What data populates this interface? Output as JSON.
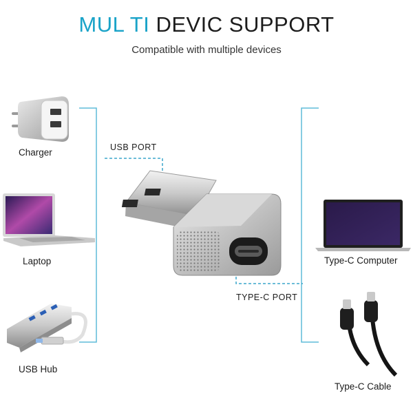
{
  "title": {
    "part1": "MUL TI",
    "part2": "DEVIC SUPPORT"
  },
  "subtitle": "Compatible with multiple devices",
  "devices_left": [
    {
      "label": "Charger",
      "icon": "wall-charger"
    },
    {
      "label": "Laptop",
      "icon": "laptop"
    },
    {
      "label": "USB Hub",
      "icon": "usb-hub"
    }
  ],
  "devices_right": [
    {
      "label": "Type-C Computer",
      "icon": "laptop-dark"
    },
    {
      "label": "Type-C Cable",
      "icon": "usb-c-cable"
    }
  ],
  "ports": {
    "usb": "USB PORT",
    "type_c": "TYPE-C PORT"
  },
  "colors": {
    "accent": "#1aa3c8",
    "text": "#1c1c1c"
  }
}
